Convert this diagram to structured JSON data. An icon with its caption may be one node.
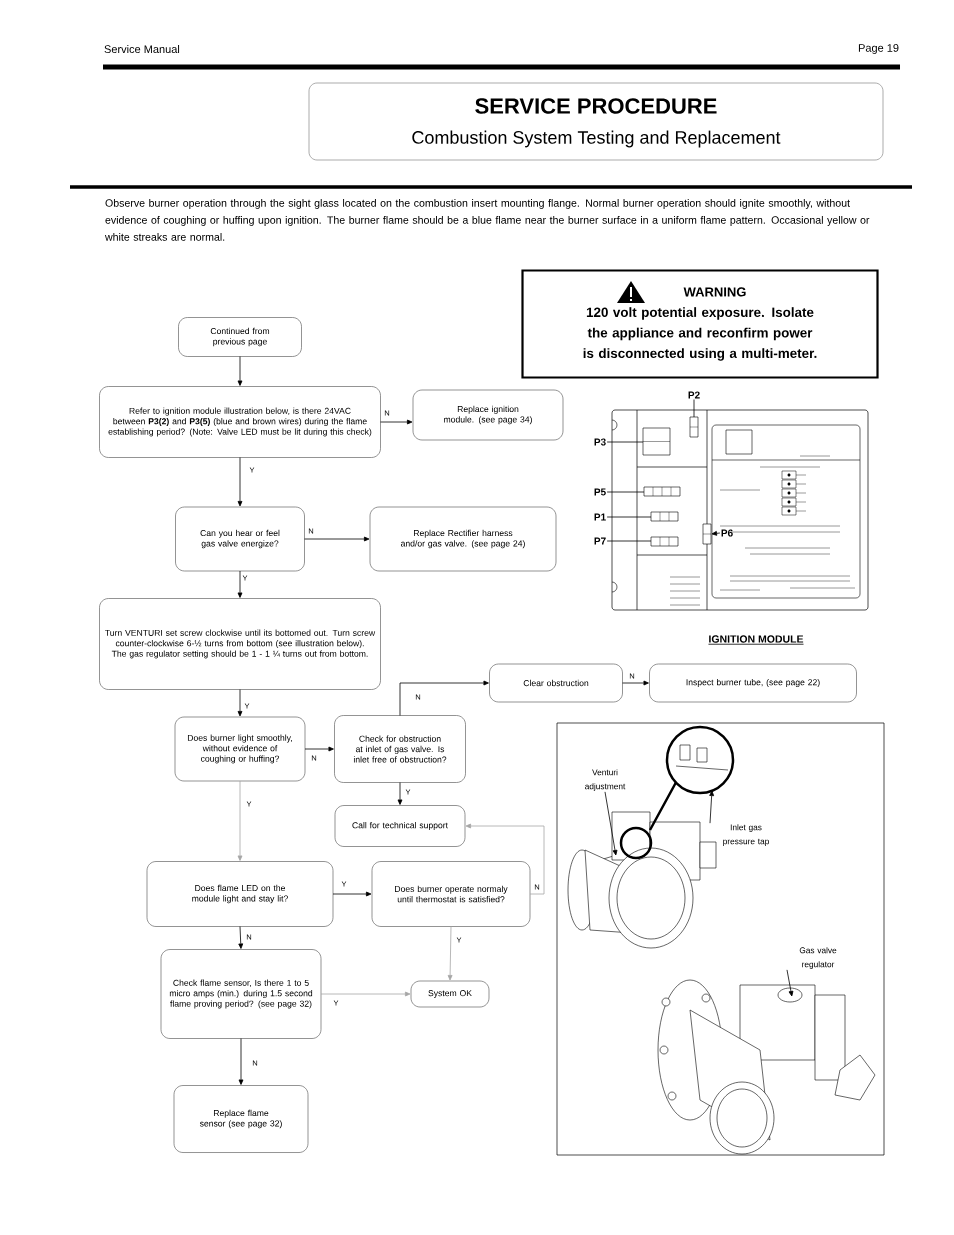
{
  "diagram": {
    "title": "SERVICE PROCEDURE",
    "nodes": [
      {
        "text": [
          "Continued from previous page"
        ]
      },
      {
        "text": [
          "Refer to ignition module illustration below, is there 24VAC between **P3(2)** and **P3(5)** (blue and brown wires) during the flame establishing period? (Note: Valve LED must be lit during this check)"
        ]
      },
      {
        "text": [
          "Replace ignition module. (see page 34)"
        ]
      },
      {
        "text": [
          "Can you hear or feel gas valve energize?"
        ]
      },
      {
        "text": [
          "Replace Rectifier harness and/or gas valve. (see page 24)"
        ]
      },
      {
        "text": [
          "Turn VENTURI set screw clockwise until its bottomed out. Turn screw counter-clockwise 6-½ turns from bottom (see illustration below). The gas regulator setting should be 1 - 1 ¼ turns out from bottom."
        ]
      },
      {
        "text": [
          "Clear obstruction"
        ]
      },
      {
        "text": [
          "Inspect burner tube, (see page 22)"
        ]
      },
      {
        "text": [
          "Does burner light smoothly, without evidence of coughing or huffing?"
        ]
      },
      {
        "text": [
          "Check for obstruction at inlet of gas valve. Is inlet free of obstruction?"
        ]
      },
      {
        "text": [
          "Call for technical support"
        ]
      },
      {
        "text": [
          "Does flame LED on the module light and stay lit?"
        ]
      },
      {
        "text": [
          "Does burner operate normaly until thermostat is satisfied?"
        ]
      },
      {
        "text": [
          "Check flame sensor, Is there 1 to 5 micro amps (min.) during 1.5 second flame proving period? (see page 32)"
        ]
      },
      {
        "text": [
          "System OK"
        ]
      },
      {
        "text": [
          "Replace flame sensor (see page 32)"
        ]
      },
      {
        "text": [
          "WARNING",
          "120 volt potential exposure. Isolate the appliance and reconfirm power is disconnected using a multi-meter."
        ]
      },
      {
        "text": [
          "P2"
        ]
      },
      {
        "text": [
          "P3"
        ]
      },
      {
        "text": [
          "P5"
        ]
      },
      {
        "text": [
          "P1"
        ]
      },
      {
        "text": [
          "P7"
        ]
      },
      {
        "text": [
          "P6"
        ]
      },
      {
        "text": [
          "Venturi adjustment"
        ]
      },
      {
        "text": [
          "Inlet gas pressure tap"
        ]
      },
      {
        "text": [
          "Gas valve regulator"
        ]
      },
      {
        "text": [],
        "shape": "box"
      },
      {
        "text": [],
        "shape": "box"
      },
      {
        "text": [],
        "shape": "box"
      },
      {
        "text": [],
        "shape": "box"
      },
      {
        "text": [],
        "shape": "box"
      },
      {
        "text": [],
        "shape": "box"
      }
    ],
    "edges": [
      {
        "from": 0,
        "to": 1,
        "arrow": "to"
      },
      {
        "from": 1,
        "to": 2,
        "arrow": "to",
        "label": "N"
      },
      {
        "from": 1,
        "to": 3,
        "arrow": "to",
        "label": "Y"
      },
      {
        "from": 3,
        "to": 4,
        "arrow": "to",
        "label": "N"
      },
      {
        "from": 3,
        "to": 5,
        "arrow": "to",
        "label": "Y"
      },
      {
        "from": 5,
        "to": 8,
        "arrow": "to",
        "label": "Y"
      },
      {
        "from": 8,
        "to": 9,
        "arrow": "to",
        "label": "N"
      },
      {
        "from": 9,
        "to": 6,
        "arrow": "to",
        "label": "N"
      },
      {
        "from": 6,
        "to": 7,
        "arrow": "to",
        "label": "N"
      },
      {
        "from": 9,
        "to": 10,
        "arrow": "to",
        "label": "Y"
      },
      {
        "from": 8,
        "to": 11,
        "arrow": "to",
        "label": "Y",
        "color": "#a6a6a6"
      },
      {
        "from": 11,
        "to": 12,
        "arrow": "to",
        "label": "Y"
      },
      {
        "from": 12,
        "to": 10,
        "arrow": "to",
        "label": "N",
        "color": "#a6a6a6"
      },
      {
        "from": 11,
        "to": 13,
        "arrow": "to",
        "label": "N"
      },
      {
        "from": 13,
        "to": 14,
        "arrow": "to",
        "label": "Y",
        "color": "#a6a6a6"
      },
      {
        "from": 12,
        "to": 14,
        "arrow": "to",
        "label": "Y",
        "color": "#a6a6a6"
      },
      {
        "from": 13,
        "to": 15,
        "arrow": "to",
        "label": "N"
      },
      {
        "from": 17,
        "to": 26,
        "arrow": "none"
      },
      {
        "from": 18,
        "to": 27,
        "arrow": "none"
      },
      {
        "from": 19,
        "to": 28,
        "arrow": "none"
      },
      {
        "from": 20,
        "to": 29,
        "arrow": "none"
      },
      {
        "from": 21,
        "to": 30,
        "arrow": "none"
      },
      {
        "from": 22,
        "to": 31,
        "arrow": "to"
      },
      {
        "from": 23,
        "to": null,
        "arrow": "to"
      },
      {
        "from": 24,
        "to": null,
        "arrow": "to"
      },
      {
        "from": 25,
        "to": null,
        "arrow": "to"
      }
    ],
    "labels": [
      "Service Manual",
      "Page 19",
      "Combustion System Testing and Replacement",
      "Observe burner operation through the sight glass located on the combustion insert mounting flange. Normal burner operation should ignite smoothly, without evidence of coughing or huffing upon ignition. The burner flame should be a blue flame near the burner surface in a uniform flame pattern. Occasional yellow or white streaks are normal.",
      "IGNITION MODULE"
    ]
  }
}
